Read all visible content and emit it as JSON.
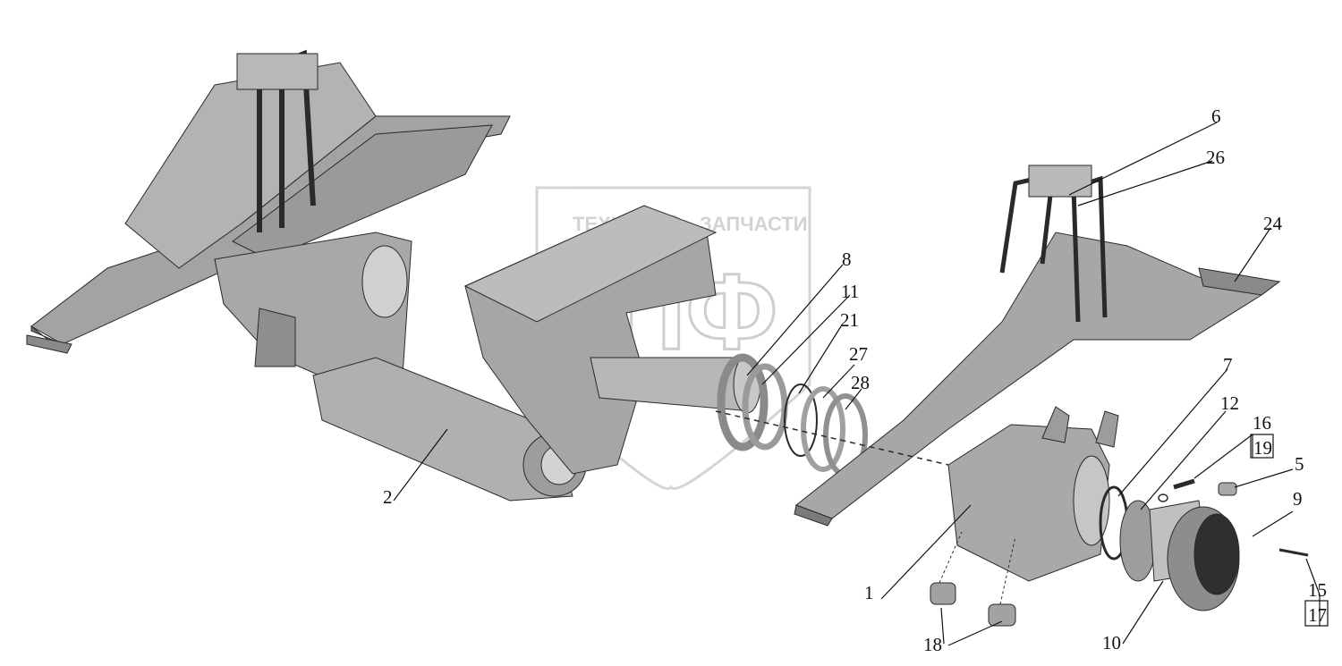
{
  "watermark": {
    "left_text": "ТЕХНИКА",
    "right_text": "ЗАПЧАСТИ",
    "big_letters": "ЭПФ"
  },
  "labels": {
    "l1": "1",
    "l2": "2",
    "l5": "5",
    "l6": "6",
    "l7": "7",
    "l8": "8",
    "l9": "9",
    "l10": "10",
    "l11": "11",
    "l12": "12",
    "l15": "15",
    "l16": "16",
    "l17": "17",
    "l18": "18",
    "l19": "19",
    "l21": "21",
    "l24": "24",
    "l26": "26",
    "l27": "27",
    "l28": "28"
  },
  "colors": {
    "part_fill": "#a3a3a3",
    "part_dark": "#6e6e6e",
    "part_light": "#c4c4c4",
    "outline": "#2a2a2a"
  }
}
